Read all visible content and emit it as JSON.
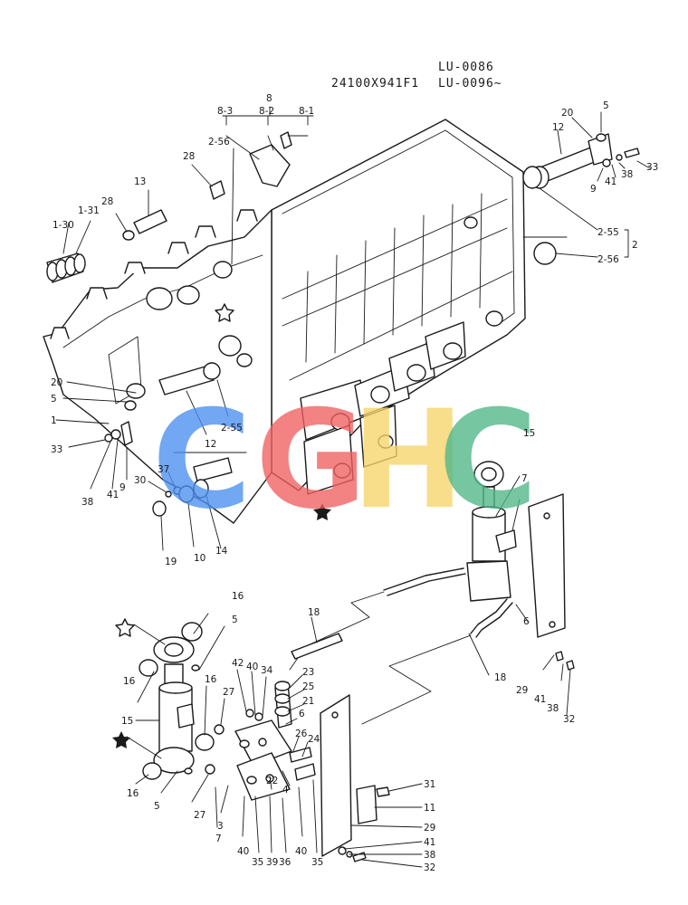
{
  "header": {
    "part_code": "24100X941F1",
    "model_line_1": "LU-0086",
    "model_line_2": "LU-0096~"
  },
  "watermark": {
    "letters": [
      "C",
      "G",
      "H",
      "C"
    ],
    "colors": [
      "#4a8ff0",
      "#f06060",
      "#f7d56a",
      "#4fb787"
    ]
  },
  "callouts": {
    "c8": "8",
    "c8_3": "8-3",
    "c8_2": "8-2",
    "c8_1": "8-1",
    "c2_56_top": "2-56",
    "c28_top": "28",
    "c13": "13",
    "c28_left": "28",
    "c1_31": "1-31",
    "c1_30": "1-30",
    "c12_top": "12",
    "c20_top": "20",
    "c5_top": "5",
    "c33_top": "33",
    "c38_top": "38",
    "c41_top": "41",
    "c9_top": "9",
    "c2_55_right": "2-55",
    "c2_56_right": "2-56",
    "c2": "2",
    "c20_left": "20",
    "c5_left": "5",
    "c1": "1",
    "c33_left": "33",
    "c38_left": "38",
    "c41_left": "41",
    "c9_left": "9",
    "c12_mid": "12",
    "c2_55_mid": "2-55",
    "c37": "37",
    "c30": "30",
    "c19": "19",
    "c10": "10",
    "c14": "14",
    "c15_right": "15",
    "c7_right": "7",
    "c6_right": "6",
    "c18_top": "18",
    "c18_mid": "18",
    "c29_right": "29",
    "c41_right": "41",
    "c38_right": "38",
    "c32_right": "32",
    "c16_a": "16",
    "c5_a": "5",
    "c16_b": "16",
    "c16_c": "16",
    "c15_left": "15",
    "c16_d": "16",
    "c5_b": "5",
    "c27_a": "27",
    "c27_b": "27",
    "c3": "3",
    "c7_low": "7",
    "c42": "42",
    "c40_a": "40",
    "c34": "34",
    "c23": "23",
    "c25": "25",
    "c21": "21",
    "c6_low": "6",
    "c26": "26",
    "c24": "24",
    "c22": "22",
    "c4": "4",
    "c40_b": "40",
    "c35_a": "35",
    "c39": "39",
    "c36": "36",
    "c40_c": "40",
    "c35_b": "35",
    "c31": "31",
    "c11": "11",
    "c29_low": "29",
    "c41_low": "41",
    "c38_low": "38",
    "c32_low": "32"
  }
}
